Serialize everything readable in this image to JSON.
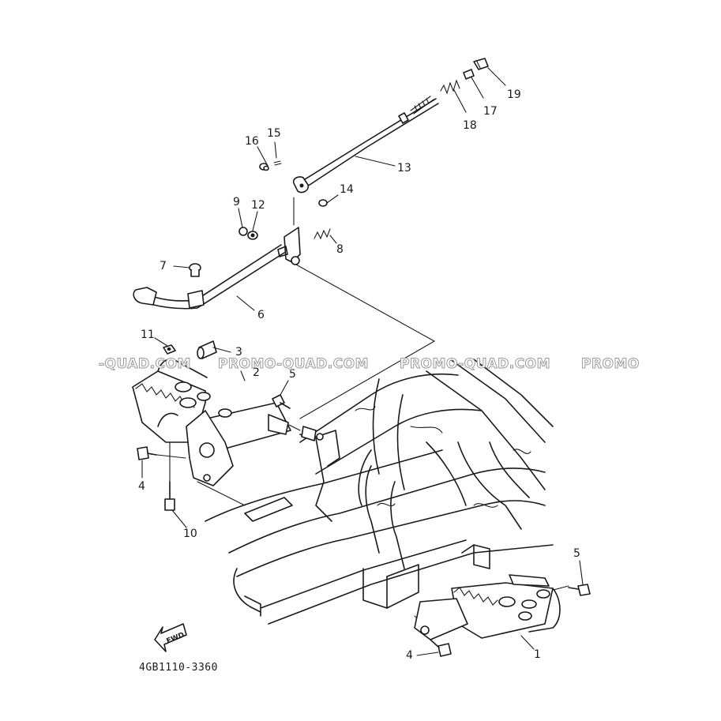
{
  "diagram": {
    "part_code": "4GB1110-3360",
    "fwd_label": "FWD",
    "watermarks": [
      "-QUAD.COM",
      "PROMO-QUAD.COM",
      "PROMO-QUAD.COM",
      "PROMO"
    ],
    "callouts": [
      "1",
      "2",
      "3",
      "4",
      "4",
      "5",
      "5",
      "6",
      "7",
      "8",
      "9",
      "10",
      "11",
      "12",
      "13",
      "14",
      "15",
      "16",
      "17",
      "18",
      "19"
    ]
  }
}
